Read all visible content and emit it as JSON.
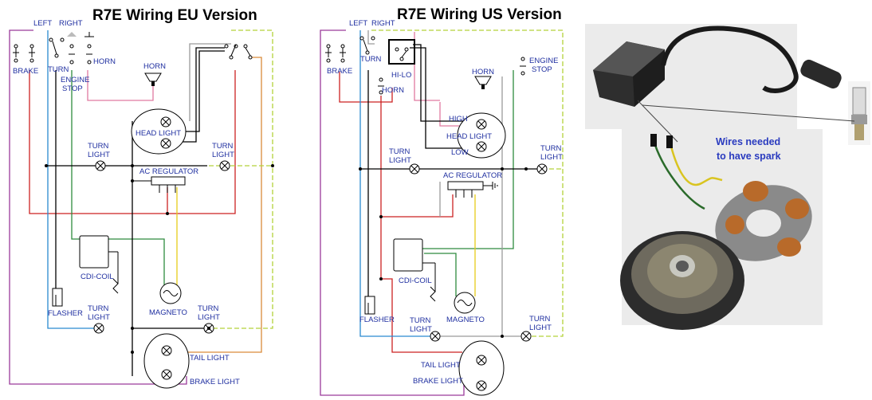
{
  "titles": {
    "eu": "R7E Wiring EU Version",
    "us": "R7E Wiring US Version"
  },
  "eu_labels": {
    "left": "LEFT",
    "right": "RIGHT",
    "brake": "BRAKE",
    "turn": "TURN",
    "horn_switch": "HORN",
    "engine": "ENGINE",
    "stop": "STOP",
    "horn": "HORN",
    "head_light": "HEAD LIGHT",
    "turn_light_left": [
      "TURN",
      "LIGHT"
    ],
    "turn_light_right": [
      "TURN",
      "LIGHT"
    ],
    "ac_regulator": "AC REGULATOR",
    "cdi_coil": "CDI-COIL",
    "magneto": "MAGNETO",
    "flasher": "FLASHER",
    "turn_light_rear_left": [
      "TURN",
      "LIGHT"
    ],
    "turn_light_rear_right": [
      "TURN",
      "LIGHT"
    ],
    "tail_light": "TAIL LIGHT",
    "brake_light": "BRAKE LIGHT"
  },
  "us_labels": {
    "left": "LEFT",
    "right": "RIGHT",
    "brake": "BRAKE",
    "turn": "TURN",
    "hi_lo": "HI-LO",
    "horn_switch": "HORN",
    "engine": "ENGINE",
    "stop": "STOP",
    "horn": "HORN",
    "high": "HIGH",
    "head_light": "HEAD LIGHT",
    "low": "LOW",
    "turn_light_left": [
      "TURN",
      "LIGHT"
    ],
    "turn_light_right": [
      "TURN",
      "LIGHT"
    ],
    "ac_regulator": "AC REGULATOR",
    "cdi_coil": "CDI-COIL",
    "magneto": "MAGNETO",
    "flasher": "FLASHER",
    "turn_light_rear_left": [
      "TURN",
      "LIGHT"
    ],
    "turn_light_rear_right": [
      "TURN",
      "LIGHT"
    ],
    "tail_light": "TAIL LIGHT",
    "brake_light": "BRAKE LIGHT"
  },
  "photo_note": [
    "Wires needed",
    "to have spark"
  ],
  "colors": {
    "red": "#cc2222",
    "green": "#2e8b3e",
    "yellow": "#e6cc1a",
    "blue": "#2a8ad0",
    "purple": "#9a3a9a",
    "pink": "#e07aa0",
    "orange": "#d98a3a",
    "gray": "#9a9a9a",
    "dash": "#b4d23a",
    "label": "#1f2fa0",
    "note": "#2a3bbf"
  }
}
